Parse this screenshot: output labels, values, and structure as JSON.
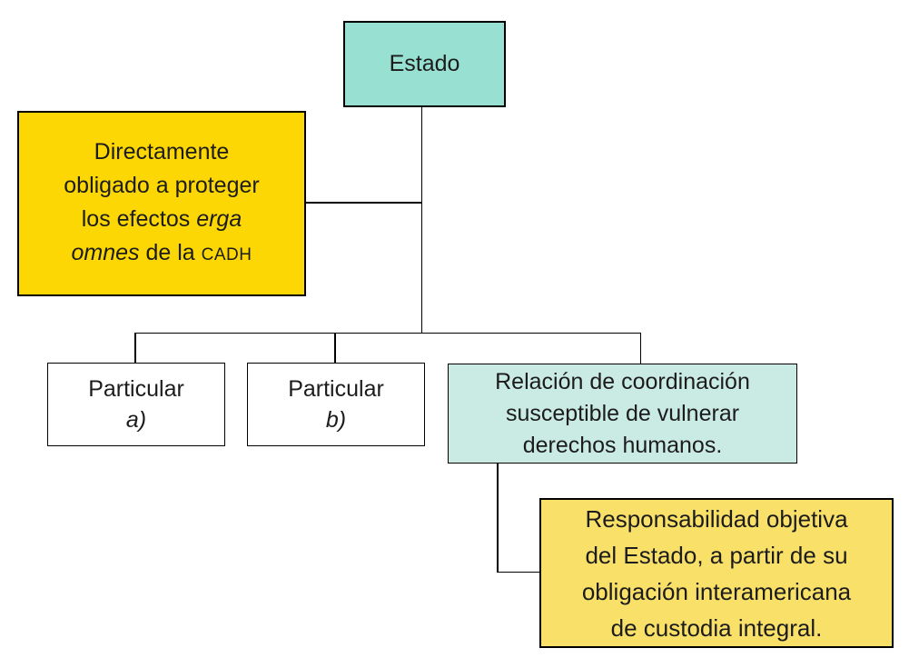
{
  "diagram": {
    "title": "Estado - particulares relation diagram",
    "colors": {
      "estado_box": "#97e0d2",
      "relacion_box": "#caebe3",
      "obligado_box": "#fcd703",
      "responsabilidad_box": "#f9e169",
      "line": "#000000",
      "text": "#1c1c1c",
      "background": "#ffffff"
    },
    "nodes": {
      "estado": {
        "label": "Estado"
      },
      "obligado": {
        "line1": "Directamente",
        "line2": "obligado a proteger",
        "line3_regular": "los efectos ",
        "line3_italic": "erga",
        "line4_italic": "omnes",
        "line4_regular": " de la ",
        "line4_smallcaps": "CADH"
      },
      "particular_a": {
        "title": "Particular",
        "sub": "a)"
      },
      "particular_b": {
        "title": "Particular",
        "sub": "b)"
      },
      "relacion": {
        "line1": "Relación de coordinación",
        "line2": "susceptible de vulnerar",
        "line3": "derechos humanos."
      },
      "responsabilidad": {
        "line1": "Responsabilidad objetiva",
        "line2": "del Estado, a partir de su",
        "line3": "obligación interamericana",
        "line4": "de custodia integral."
      }
    }
  }
}
